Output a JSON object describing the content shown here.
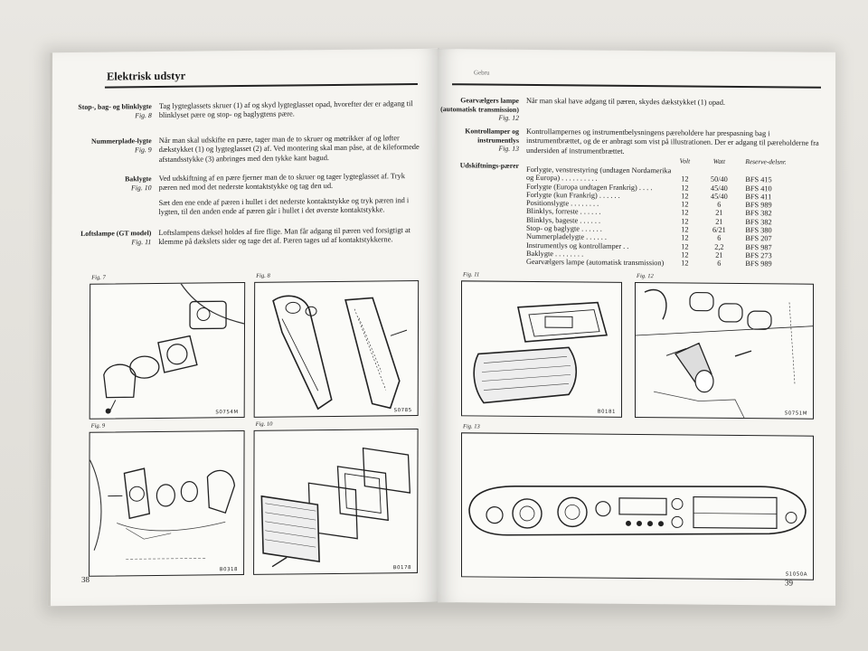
{
  "left_page": {
    "title": "Elektrisk udstyr",
    "entries": [
      {
        "label": "Stop-, bag- og blinklygte",
        "fig": "Fig. 8",
        "text": [
          "Tag lygteglassets skruer (1) af og skyd lygteglasset opad, hvorefter der er adgang til blinklyset pære og stop- og baglygtens pære."
        ]
      },
      {
        "label": "Nummerplade-lygte",
        "fig": "Fig. 9",
        "text": [
          "Når man skal udskifte en pære, tager man de to skruer og møtrikker af og løfter dækstykket (1) og lygteglasset (2) af. Ved montering skal man påse, at de kileformede afstandsstykke (3) anbringes med den tykke kant bagud."
        ]
      },
      {
        "label": "Baklygte",
        "fig": "Fig. 10",
        "text": [
          "Ved udskiftning af en pære fjerner man de to skruer og tager lygteglasset af. Tryk pæren ned mod det nederste kontaktstykke og tag den ud.",
          "Sæt den ene ende af pæren i hullet i det nederste kontaktstykke og tryk pæren ind i lygten, til den anden ende af pæren går i hullet i det øverste kontaktstykke."
        ]
      },
      {
        "label": "Loftslampe (GT model)",
        "fig": "Fig. 11",
        "text": [
          "Loftslampens dæksel holdes af fire fligе. Man får adgang til pæren ved forsigtigt at klemme på dækslets sider og tage det af. Pæren tages ud af kontaktstykkerne."
        ]
      }
    ],
    "figures": [
      {
        "label": "Fig. 7",
        "code": "S0754M"
      },
      {
        "label": "Fig. 8",
        "code": "S0785"
      },
      {
        "label": "Fig. 9",
        "code": "B0318"
      },
      {
        "label": "Fig. 10",
        "code": "B0178"
      }
    ],
    "page_number": "38"
  },
  "right_page": {
    "header": "Gebru",
    "entries": [
      {
        "label": "Gearvælgers lampe (automatisk transmission)",
        "fig": "Fig. 12",
        "text": "Når man skal have adgang til pæren, skydes dækstykket (1) opad."
      },
      {
        "label": "Kontrollamper og instrumentlys",
        "fig": "Fig. 13",
        "text": "Kontrollampernes og instrumentbelysningens pæreholdere har prespasning bag i instrumentbrættet, og de er anbragt som vist på illustrationen. Der er adgang til pæreholderne fra undersiden af instrumentbrættet."
      }
    ],
    "bulb_table": {
      "label": "Udskiftnings-pærer",
      "headers": {
        "volt": "Volt",
        "watt": "Watt",
        "reserve": "Reserve-delsnr."
      },
      "rows": [
        {
          "name": "Forlygte, venstrestyring (undtagen Nordamerika",
          "volt": "",
          "watt": "",
          "part": ""
        },
        {
          "name": "og Europa)   . .   . .   . .   . .   . .",
          "volt": "12",
          "watt": "50/40",
          "part": "BFS 415"
        },
        {
          "name": "Forlygte (Europa undtagen Frankrig)   . .   . .",
          "volt": "12",
          "watt": "45/40",
          "part": "BFS 410"
        },
        {
          "name": "Forlygte (kun Frankrig)   . .   . .   . .",
          "volt": "12",
          "watt": "45/40",
          "part": "BFS 411"
        },
        {
          "name": "Positionslygte   . .   . .   . .   . .",
          "volt": "12",
          "watt": "6",
          "part": "BFS 989"
        },
        {
          "name": "Blinklys, forreste   . .   . .   . .",
          "volt": "12",
          "watt": "21",
          "part": "BFS 382"
        },
        {
          "name": "Blinklys, bageste   . .   . .   . .",
          "volt": "12",
          "watt": "21",
          "part": "BFS 382"
        },
        {
          "name": "Stop- og baglygte   . .   . .   . .",
          "volt": "12",
          "watt": "6/21",
          "part": "BFS 380"
        },
        {
          "name": "Nummerpladelygte   . .   . .   . .",
          "volt": "12",
          "watt": "6",
          "part": "BFS 207"
        },
        {
          "name": "Instrumentlys og kontrollamper   . .",
          "volt": "12",
          "watt": "2,2",
          "part": "BFS 987"
        },
        {
          "name": "Baklygte   . .   . .   . .   . .",
          "volt": "12",
          "watt": "21",
          "part": "BFS 273"
        },
        {
          "name": "Gearvælgers lampe (automatisk transmission)",
          "volt": "12",
          "watt": "6",
          "part": "BFS 989"
        }
      ]
    },
    "figures": [
      {
        "label": "Fig. 11",
        "code": "B0181"
      },
      {
        "label": "Fig. 12",
        "code": "S0751M"
      },
      {
        "label": "Fig. 13",
        "code": "S1050A"
      }
    ],
    "page_number": "39"
  }
}
